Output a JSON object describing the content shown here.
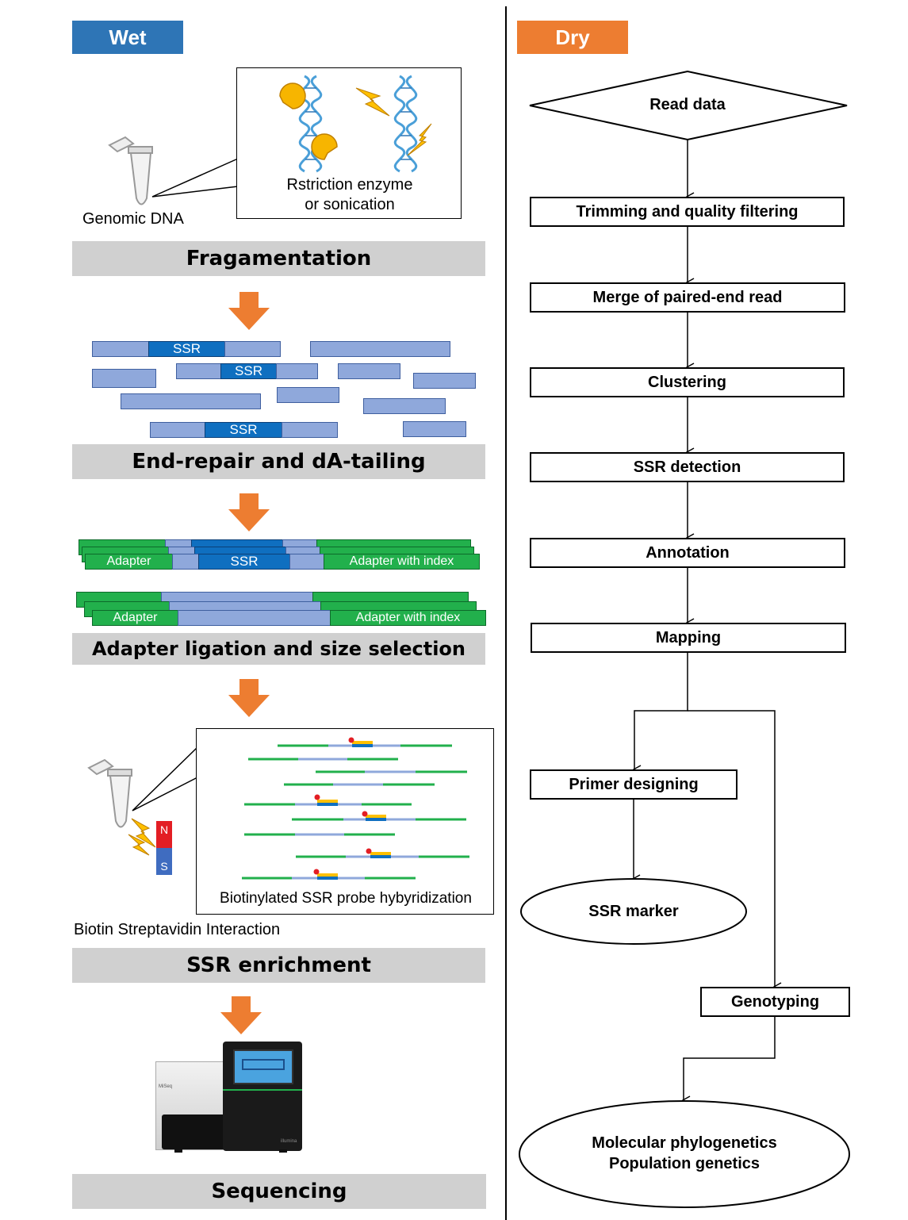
{
  "headers": {
    "wet": "Wet",
    "dry": "Dry",
    "wet_color": "#2e75b6",
    "dry_color": "#ed7d31"
  },
  "wet": {
    "genomic_dna": "Genomic DNA",
    "enzyme_line1": "Rstriction enzyme",
    "enzyme_line2": "or sonication",
    "step_fragmentation": "Fragamentation",
    "ssr_label": "SSR",
    "step_endrepair": "End-repair and dA-tailing",
    "adapter_label": "Adapter",
    "adapter_index_label": "Adapter with index",
    "step_ligation": "Adapter ligation and size selection",
    "probe_caption": "Biotinylated SSR probe hybyridization",
    "magnet_n": "N",
    "magnet_s": "S",
    "biotin_caption": "Biotin Streptavidin Interaction",
    "step_enrichment": "SSR enrichment",
    "sequencer_brand": "MiSeq",
    "sequencer_maker": "illumina",
    "step_sequencing": "Sequencing"
  },
  "dry": {
    "read_data": "Read data",
    "trimming": "Trimming and quality filtering",
    "merge": "Merge of paired-end read",
    "clustering": "Clustering",
    "ssr_detection": "SSR detection",
    "annotation": "Annotation",
    "mapping": "Mapping",
    "primer_designing": "Primer designing",
    "ssr_marker": "SSR marker",
    "genotyping": "Genotyping",
    "result_line1": "Molecular phylogenetics",
    "result_line2": "Population genetics"
  },
  "colors": {
    "arrow": "#ed7d31",
    "band": "#d0d0d0",
    "segment": "#8fa8db",
    "ssr": "#0f6fc0",
    "adapter": "#22b04c"
  }
}
